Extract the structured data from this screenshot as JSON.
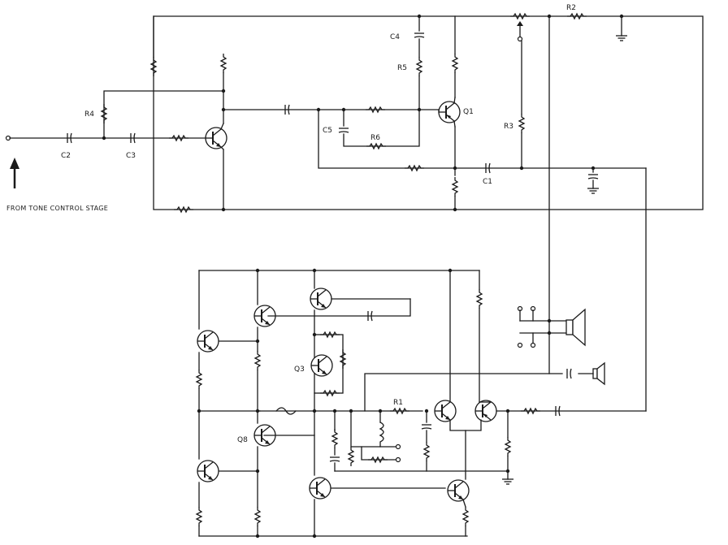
{
  "labels": {
    "c4": "C4",
    "r5": "R5",
    "q1": "Q1",
    "r2": "R2",
    "r4": "R4",
    "c5": "C5",
    "r6": "R6",
    "r3": "R3",
    "c2": "C2",
    "c3": "C3",
    "c1": "C1",
    "from_tone": "FROM TONE CONTROL STAGE",
    "r1": "R1",
    "q3": "Q3",
    "q8": "Q8"
  },
  "colors": {
    "ink": "#1a1a1a",
    "paper": "#ffffff"
  },
  "icons": {
    "arrow": "arrow-up-icon",
    "speaker_main": "speaker-icon",
    "speaker_tweeter": "tweeter-icon",
    "ground": "ground-icon"
  }
}
